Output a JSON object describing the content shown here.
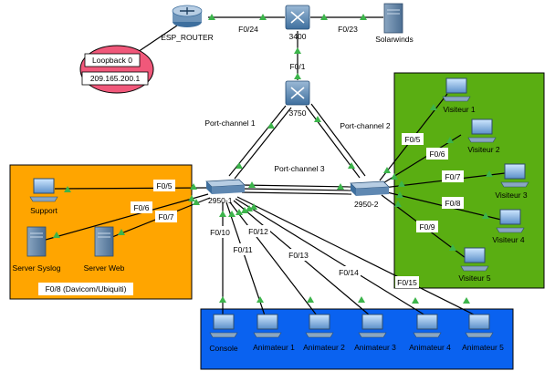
{
  "devices": {
    "router": "ESP_ROUTER",
    "sw3400": "3400",
    "solarwinds": "Solarwinds",
    "sw3750": "3750",
    "sw2950_1": "2950-1",
    "sw2950_2": "2950-2",
    "support": "Support",
    "syslog": "Server Syslog",
    "web": "Server Web",
    "visiteurs": [
      "Visiteur 1",
      "Visiteur 2",
      "Visiteur 3",
      "Visiteur 4",
      "Visiteur 5"
    ],
    "animateurs": [
      "Console",
      "Animateur 1",
      "Animateur 2",
      "Animateur 3",
      "Animateur 4",
      "Animateur 5"
    ]
  },
  "loopback": {
    "title": "Loopback 0",
    "ip": "209.165.200.1"
  },
  "ports": {
    "router_3400": "F0/24",
    "sw3400_solar": "F0/23",
    "sw3400_3750": "F0/1",
    "pc1": "Port-channel 1",
    "pc2": "Port-channel 2",
    "pc3": "Port-channel 3",
    "support": "F0/5",
    "syslog": "F0/6",
    "web": "F0/7",
    "v1": "F0/5",
    "v2": "F0/6",
    "v3": "F0/7",
    "v4": "F0/8",
    "v5": "F0/9",
    "console": "F0/10",
    "a1": "F0/11",
    "a2": "F0/12",
    "a3": "F0/13",
    "a4": "F0/14",
    "a5": "F0/15",
    "davicom": "F0/8 (Davicom/Ubiquiti)"
  },
  "colors": {
    "orange_zone": "#FFA500",
    "green_zone": "#5AAE12",
    "blue_zone": "#0A62F0",
    "loopback_fill": "#F0587A",
    "link_dot": "#3CB44B"
  }
}
